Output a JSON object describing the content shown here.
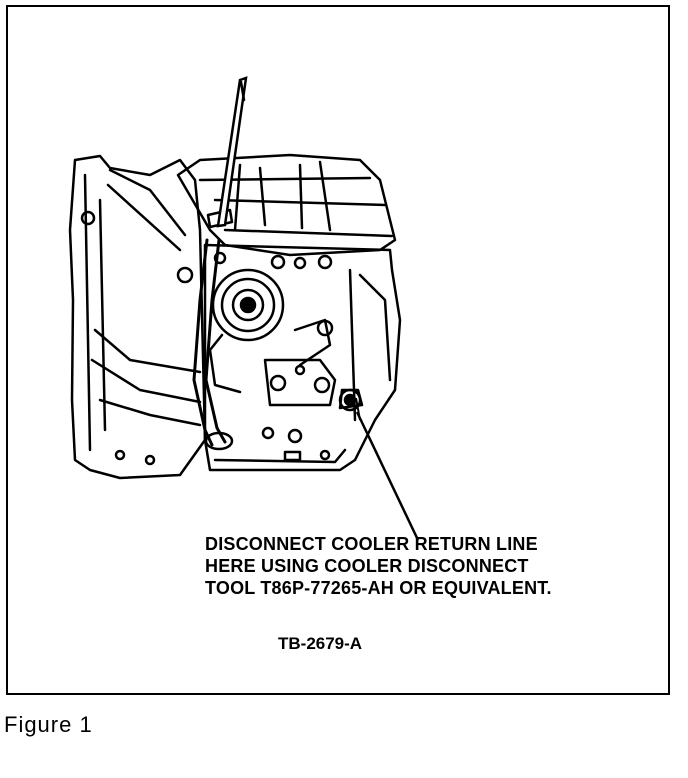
{
  "callout": {
    "lines": [
      "DISCONNECT COOLER RETURN LINE",
      "HERE USING COOLER DISCONNECT",
      "TOOL T86P-77265-AH OR EQUIVALENT."
    ]
  },
  "reference_code": "TB-2679-A",
  "caption": "Figure 1"
}
